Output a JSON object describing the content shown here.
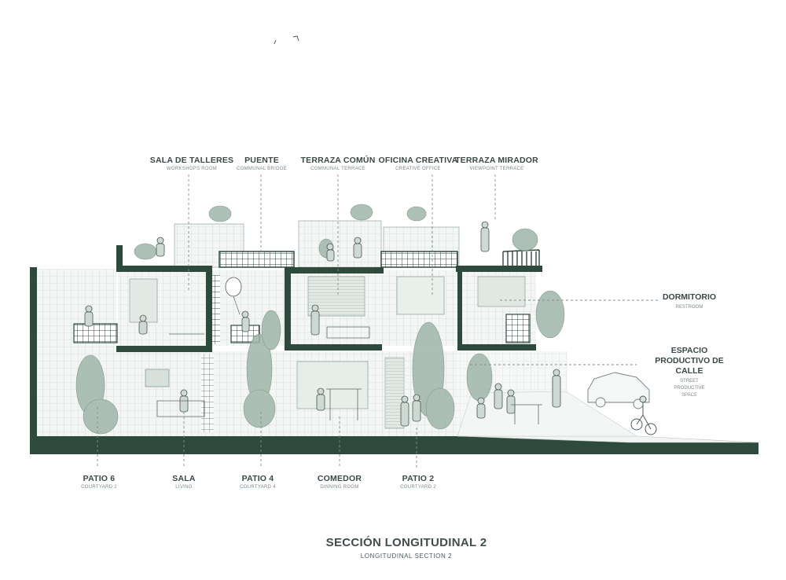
{
  "colors": {
    "dark_green": "#2e4a3d",
    "grid_green": "#b9c7c0",
    "wall_fill": "#eef2ef",
    "plant_green": "#8ea99a",
    "text_dark": "#3a4a42",
    "text_muted": "#7c8a83"
  },
  "labels_top": [
    {
      "main": "SALA DE TALLERES",
      "sub": "WORKSHOPS ROOM"
    },
    {
      "main": "PUENTE",
      "sub": "COMMUNAL BRIDGE"
    },
    {
      "main": "TERRAZA COMÚN",
      "sub": "COMMUNAL TERRACE"
    },
    {
      "main": "OFICINA CREATIVA",
      "sub": "CREATIVE OFFICE"
    },
    {
      "main": "TERRAZA MIRADOR",
      "sub": "VIEWPOINT TERRACE"
    }
  ],
  "labels_right": [
    {
      "main": "DORMITORIO",
      "sub": "RESTROOM"
    },
    {
      "main": "ESPACIO PRODUCTIVO DE CALLE",
      "sub": "STREET PRODUCTIVE SPACE"
    }
  ],
  "labels_bottom": [
    {
      "main": "PATIO 6",
      "sub": "COURTYARD 2"
    },
    {
      "main": "SALA",
      "sub": "LIVING"
    },
    {
      "main": "PATIO 4",
      "sub": "COURTYARD 4"
    },
    {
      "main": "COMEDOR",
      "sub": "DINNING ROOM"
    },
    {
      "main": "PATIO 2",
      "sub": "COURTYARD 2"
    }
  ],
  "title": "SECCIÓN LONGITUDINAL 2",
  "subtitle": "LONGITUDINAL SECTION  2"
}
